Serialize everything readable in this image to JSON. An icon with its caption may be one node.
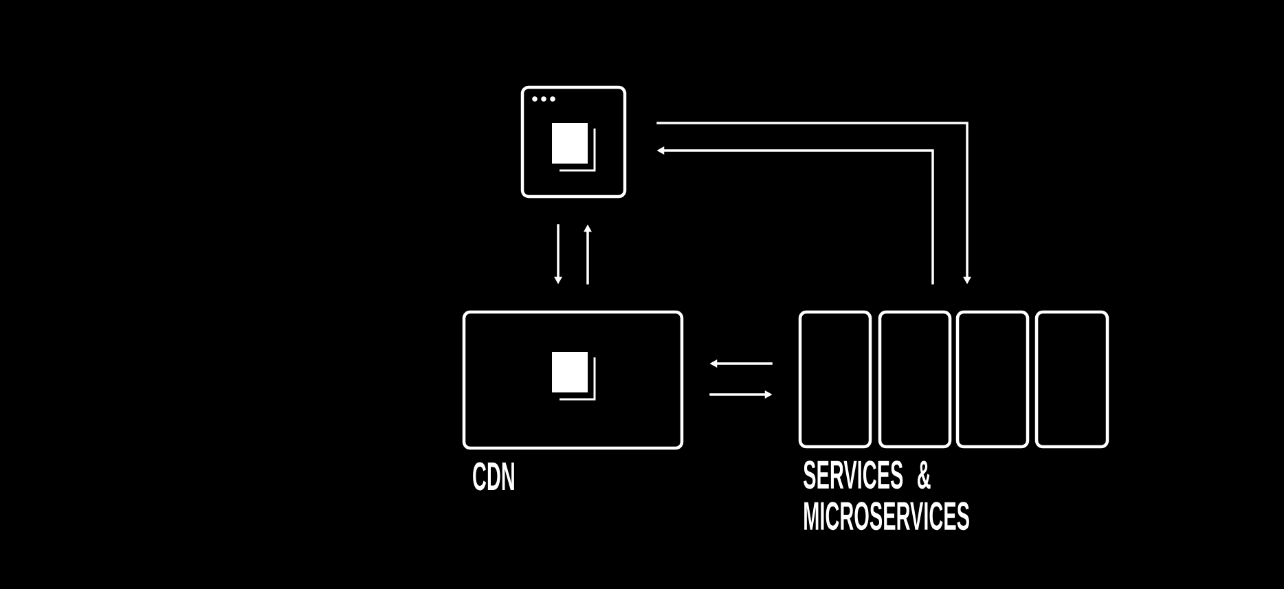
{
  "diagram": {
    "nodes": [
      {
        "text": [],
        "shape": "box"
      },
      {
        "text": [
          "CDN"
        ]
      },
      {
        "text": [],
        "shape": "box"
      },
      {
        "text": [],
        "shape": "box"
      },
      {
        "text": [],
        "shape": "box"
      },
      {
        "text": [],
        "shape": "box"
      }
    ],
    "edges": [
      {
        "from": 0,
        "to": 1,
        "arrow": "to"
      },
      {
        "from": 1,
        "to": 0,
        "arrow": "to"
      },
      {
        "from": 2,
        "to": 1,
        "arrow": "to"
      },
      {
        "from": 1,
        "to": 2,
        "arrow": "to"
      },
      {
        "from": 0,
        "to": 4,
        "arrow": "to"
      },
      {
        "from": 3,
        "to": 0,
        "arrow": "to"
      }
    ],
    "labels": [
      "SERVICES & MICROSERVICES"
    ]
  }
}
